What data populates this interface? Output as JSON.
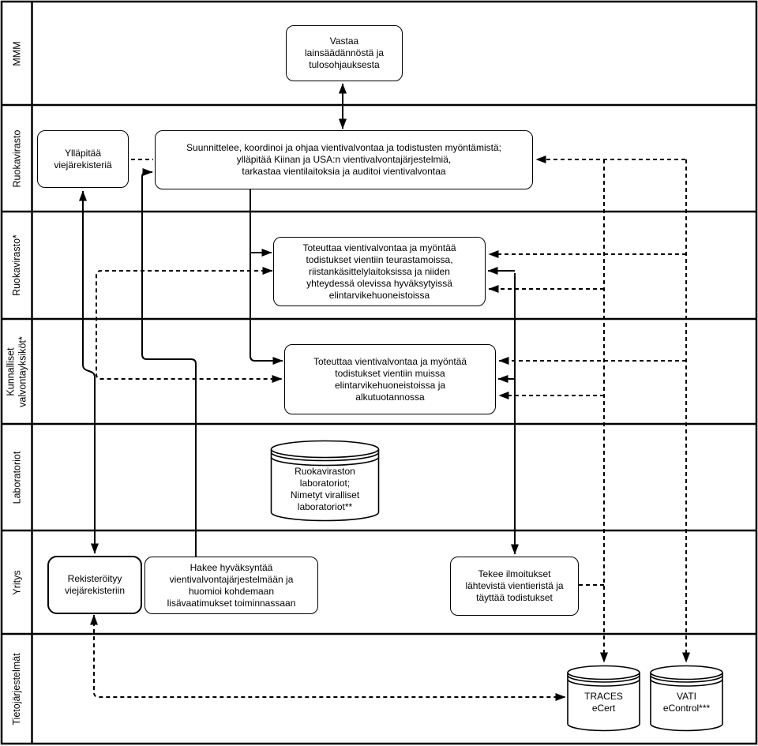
{
  "diagram": {
    "title": "Vientivalvonta swimlane -kaavio",
    "colors": {
      "line": "#000000",
      "background": "#ffffff",
      "node_fill": "#ffffff"
    },
    "lanes": [
      {
        "label": "MMM"
      },
      {
        "label": "Ruokavirasto"
      },
      {
        "label": "Ruokavirasto*"
      },
      {
        "label": "Kunnalliset\nvalvontayksiköt*"
      },
      {
        "label": "Laboratoriot"
      },
      {
        "label": "Yritys"
      },
      {
        "label": "Tietojärjestelmät"
      }
    ],
    "nodes": {
      "vastaa": {
        "text": "Vastaa\nlainsäädännöstä ja\ntulosohjauksesta"
      },
      "suunnittelee": {
        "text": "Suunnittelee, koordinoi ja ohjaa vientivalvontaa ja todistusten myöntämistä;\nylläpitää Kiinan ja USA:n vientivalvontajärjestelmiä,\ntarkastaa vientilaitoksia ja auditoi vientivalvontaa"
      },
      "yllapitaa": {
        "text": "Ylläpitää\nviejärekisteriä"
      },
      "toteuttaa_teurastamot": {
        "text": "Toteuttaa vientivalvontaa ja myöntää\ntodistukset vientiin teurastamoissa,\nriistankäsittelylaitoksissa ja niiden\nyhteydessä olevissa hyväksytyissä\nelintarvikehuoneistoissa"
      },
      "toteuttaa_muut": {
        "text": "Toteuttaa vientivalvontaa ja myöntää\ntodistukset vientiin muissa\nelintarvikehuoneistoissa ja\nalkutuotannossa"
      },
      "laboratoriot_db": {
        "text": "Ruokaviraston\nlaboratoriot;\nNimetyt viralliset\nlaboratoriot**"
      },
      "rekisteroityy": {
        "text": "Rekisteröityy\nviejärekisteriin"
      },
      "hakee": {
        "text": "Hakee hyväksyntää\nvientivalvontajärjestelmään ja\nhuomioi kohdemaan\nlisävaatimukset toiminnassaan"
      },
      "tekee": {
        "text": "Tekee ilmoitukset\nlähtevistä vientieristä ja\ntäyttää todistukset"
      },
      "traces": {
        "text": "TRACES\neCert"
      },
      "vati": {
        "text": "VATI\neControl***"
      }
    }
  }
}
